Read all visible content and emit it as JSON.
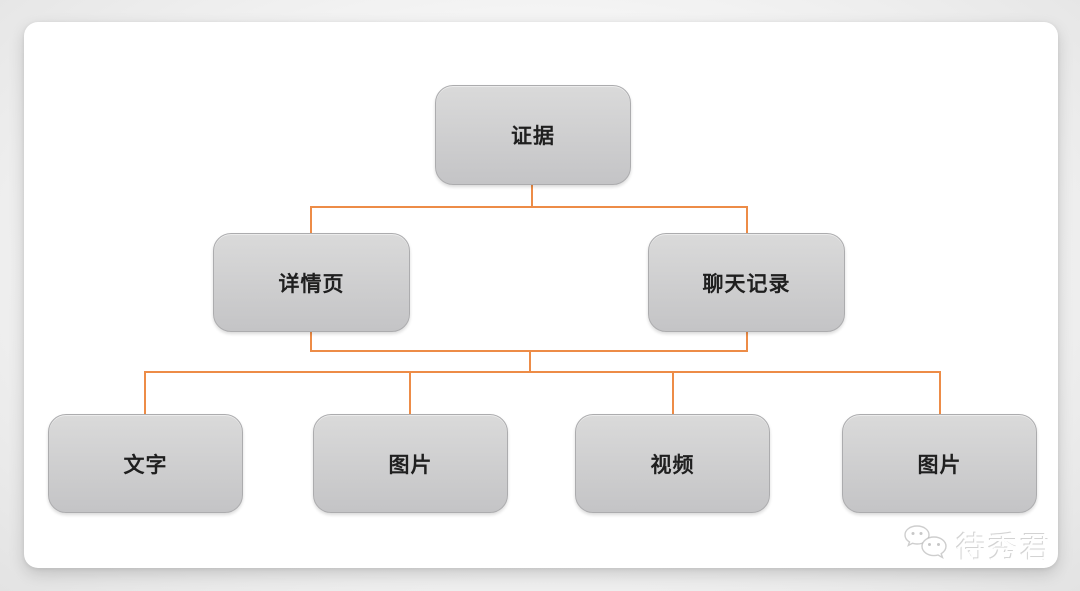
{
  "diagram": {
    "type": "org-tree",
    "connector_color": "#ED8C47",
    "node_fill_top": "#DADADA",
    "node_fill_bottom": "#C4C4C6",
    "node_border_color": "#ACACAE",
    "levels": [
      {
        "nodes": [
          {
            "label": "证据"
          }
        ]
      },
      {
        "nodes": [
          {
            "label": "详情页"
          },
          {
            "label": "聊天记录"
          }
        ]
      },
      {
        "nodes": [
          {
            "label": "文字"
          },
          {
            "label": "图片"
          },
          {
            "label": "视频"
          },
          {
            "label": "图片"
          }
        ]
      }
    ]
  },
  "watermark": {
    "label": "待秀君",
    "icon": "wechat-logo"
  }
}
